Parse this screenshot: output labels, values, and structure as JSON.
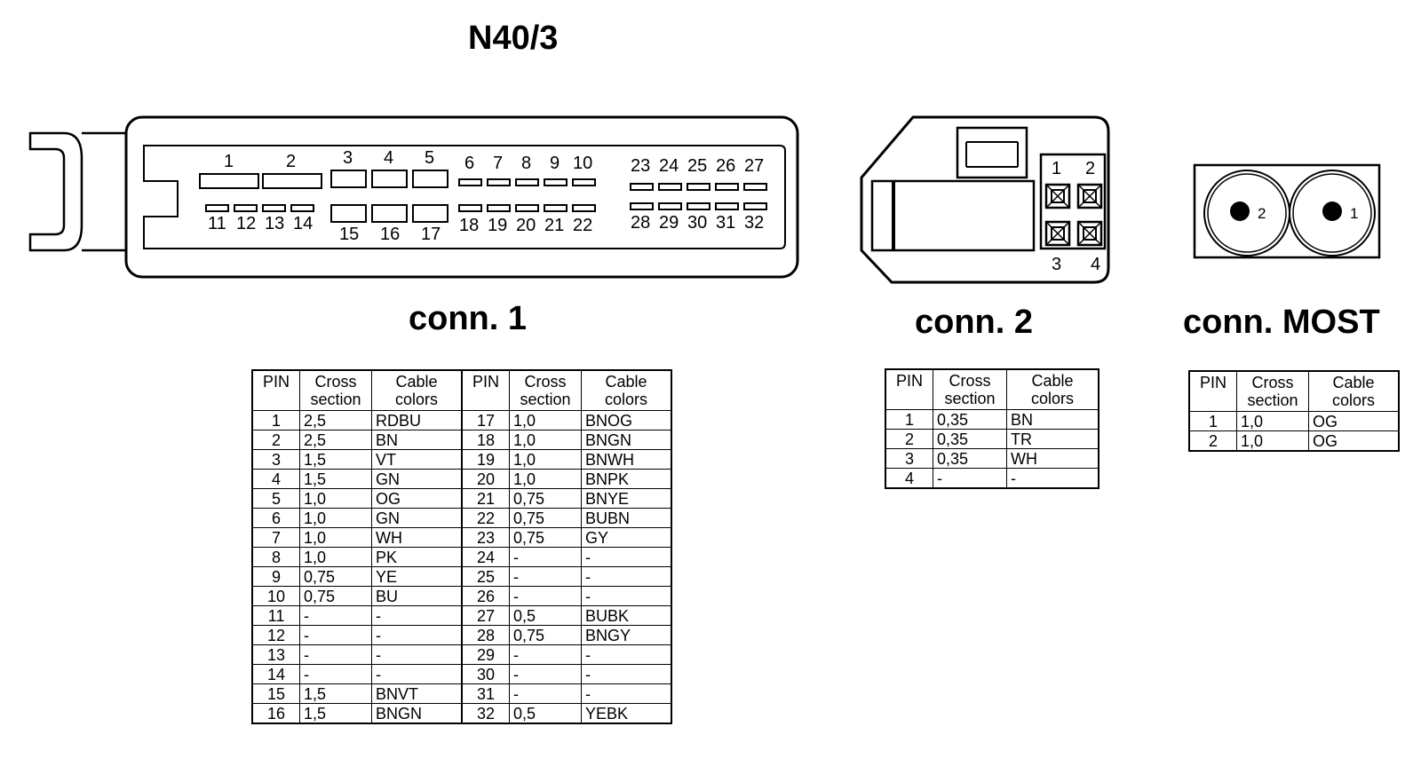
{
  "title": "N40/3",
  "connectors": {
    "conn1": {
      "label": "conn. 1",
      "pins_top": [
        "1",
        "2",
        "3",
        "4",
        "5",
        "6",
        "7",
        "8",
        "9",
        "10",
        "23",
        "24",
        "25",
        "26",
        "27"
      ],
      "pins_bottom": [
        "11",
        "12",
        "13",
        "14",
        "15",
        "16",
        "17",
        "18",
        "19",
        "20",
        "21",
        "22",
        "28",
        "29",
        "30",
        "31",
        "32"
      ]
    },
    "conn2": {
      "label": "conn. 2",
      "pins": [
        "1",
        "2",
        "3",
        "4"
      ]
    },
    "most": {
      "label": "conn. MOST",
      "pins": [
        "2",
        "1"
      ]
    }
  },
  "table_headers": {
    "pin": "PIN",
    "cross": [
      "Cross",
      "section"
    ],
    "colors": [
      "Cable",
      "colors"
    ]
  },
  "conn1_table": [
    {
      "left": {
        "pin": "1",
        "cross": "2,5",
        "color": "RDBU"
      },
      "right": {
        "pin": "17",
        "cross": "1,0",
        "color": "BNOG"
      }
    },
    {
      "left": {
        "pin": "2",
        "cross": "2,5",
        "color": "BN"
      },
      "right": {
        "pin": "18",
        "cross": "1,0",
        "color": "BNGN"
      }
    },
    {
      "left": {
        "pin": "3",
        "cross": "1,5",
        "color": "VT"
      },
      "right": {
        "pin": "19",
        "cross": "1,0",
        "color": "BNWH"
      }
    },
    {
      "left": {
        "pin": "4",
        "cross": "1,5",
        "color": "GN"
      },
      "right": {
        "pin": "20",
        "cross": "1,0",
        "color": "BNPK"
      }
    },
    {
      "left": {
        "pin": "5",
        "cross": "1,0",
        "color": "OG"
      },
      "right": {
        "pin": "21",
        "cross": "0,75",
        "color": "BNYE"
      }
    },
    {
      "left": {
        "pin": "6",
        "cross": "1,0",
        "color": "GN"
      },
      "right": {
        "pin": "22",
        "cross": "0,75",
        "color": "BUBN"
      }
    },
    {
      "left": {
        "pin": "7",
        "cross": "1,0",
        "color": "WH"
      },
      "right": {
        "pin": "23",
        "cross": "0,75",
        "color": "GY"
      }
    },
    {
      "left": {
        "pin": "8",
        "cross": "1,0",
        "color": "PK"
      },
      "right": {
        "pin": "24",
        "cross": "-",
        "color": "-"
      }
    },
    {
      "left": {
        "pin": "9",
        "cross": "0,75",
        "color": "YE"
      },
      "right": {
        "pin": "25",
        "cross": "-",
        "color": "-"
      }
    },
    {
      "left": {
        "pin": "10",
        "cross": "0,75",
        "color": "BU"
      },
      "right": {
        "pin": "26",
        "cross": "-",
        "color": "-"
      }
    },
    {
      "left": {
        "pin": "11",
        "cross": "-",
        "color": "-"
      },
      "right": {
        "pin": "27",
        "cross": "0,5",
        "color": "BUBK"
      }
    },
    {
      "left": {
        "pin": "12",
        "cross": "-",
        "color": "-"
      },
      "right": {
        "pin": "28",
        "cross": "0,75",
        "color": "BNGY"
      }
    },
    {
      "left": {
        "pin": "13",
        "cross": "-",
        "color": "-"
      },
      "right": {
        "pin": "29",
        "cross": "-",
        "color": "-"
      }
    },
    {
      "left": {
        "pin": "14",
        "cross": "-",
        "color": "-"
      },
      "right": {
        "pin": "30",
        "cross": "-",
        "color": "-"
      }
    },
    {
      "left": {
        "pin": "15",
        "cross": "1,5",
        "color": "BNVT"
      },
      "right": {
        "pin": "31",
        "cross": "-",
        "color": "-"
      }
    },
    {
      "left": {
        "pin": "16",
        "cross": "1,5",
        "color": "BNGN"
      },
      "right": {
        "pin": "32",
        "cross": "0,5",
        "color": "YEBK"
      }
    }
  ],
  "conn2_table": [
    {
      "pin": "1",
      "cross": "0,35",
      "color": "BN"
    },
    {
      "pin": "2",
      "cross": "0,35",
      "color": "TR"
    },
    {
      "pin": "3",
      "cross": "0,35",
      "color": "WH"
    },
    {
      "pin": "4",
      "cross": "-",
      "color": "-"
    }
  ],
  "most_table": [
    {
      "pin": "1",
      "cross": "1,0",
      "color": "OG"
    },
    {
      "pin": "2",
      "cross": "1,0",
      "color": "OG"
    }
  ]
}
